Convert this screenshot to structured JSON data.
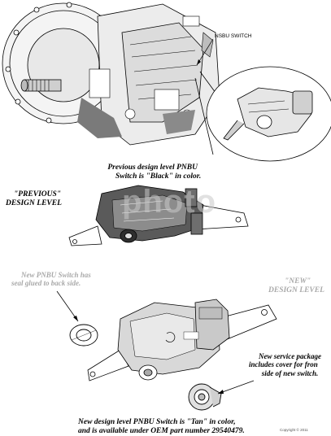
{
  "callouts": {
    "nsbu_switch": "NSBU SWITCH",
    "previous_caption_line1": "Previous design level PNBU",
    "previous_caption_line2": "Switch is \"Black\" in color.",
    "previous_label_line1": "\"PREVIOUS\"",
    "previous_label_line2": "DESIGN LEVEL",
    "seal_note_line1": "New PNBU Switch has",
    "seal_note_line2": "seal glued to back side.",
    "new_label_line1": "\"NEW\"",
    "new_label_line2": "DESIGN LEVEL",
    "service_line1": "New service package",
    "service_line2": "includes cover for fron",
    "service_line3": "side of new switch.",
    "bottom_line1": "New design level PNBU Switch is \"Tan\" in color,",
    "bottom_line2": "and is available under OEM part number 29540479.",
    "corner_text": "Copyright © 2011"
  },
  "watermark": "photo",
  "colors": {
    "line": "#000000",
    "grey_text": "#a9a9a9",
    "old_switch_fill": "#5a5a5a",
    "new_switch_fill": "#d8d8d8"
  }
}
